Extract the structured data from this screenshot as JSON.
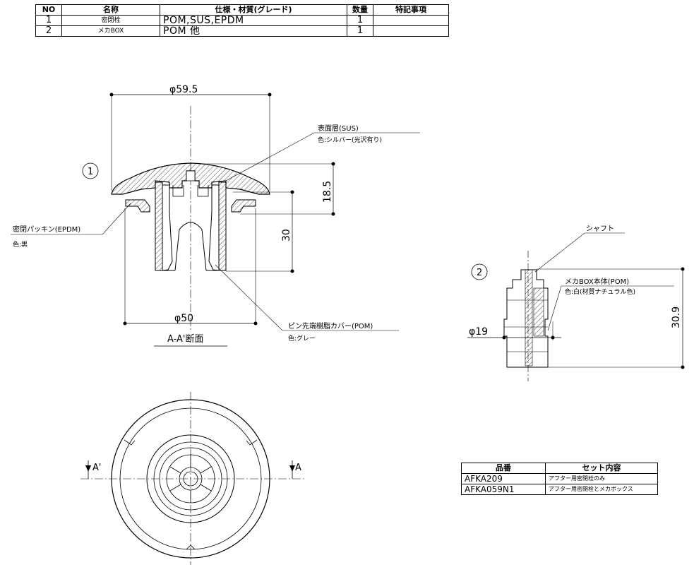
{
  "parts_table": {
    "headers": [
      "NO",
      "名称",
      "仕様・材質(グレード)",
      "数量",
      "特記事項"
    ],
    "rows": [
      {
        "no": "1",
        "name": "密閉栓",
        "material": "POM,SUS,EPDM",
        "qty": "1",
        "note": ""
      },
      {
        "no": "2",
        "name": "メカBOX",
        "material": "POM 他",
        "qty": "1",
        "note": ""
      }
    ]
  },
  "set_table": {
    "headers": [
      "品番",
      "セット内容"
    ],
    "rows": [
      {
        "code": "AFKA209",
        "content": "アフター用密閉栓のみ"
      },
      {
        "code": "AFKA059N1",
        "content": "アフター用密閉栓とメカボックス"
      }
    ]
  },
  "drawing": {
    "part1_marker": "1",
    "part2_marker": "2",
    "dim_top_dia": "φ59.5",
    "dim_bottom_dia": "φ50",
    "dim_height_a": "18.5",
    "dim_height_b": "30",
    "dim_box_dia": "φ19",
    "dim_box_height": "30.9",
    "label_surface": "表面層(SUS)",
    "label_surface_color": "色:シルバー(光沢有り)",
    "label_packing": "密閉パッキン(EPDM)",
    "label_packing_color": "色:黒",
    "label_pin": "ピン先端樹脂カバー(POM)",
    "label_pin_color": "色:グレー",
    "label_shaft": "シャフト",
    "label_box_body": "メカBOX本体(POM)",
    "label_box_color": "色:白(材質ナチュラル色)",
    "section_label": "A-A'断面",
    "section_a_left": "A'",
    "section_a_right": "A"
  }
}
